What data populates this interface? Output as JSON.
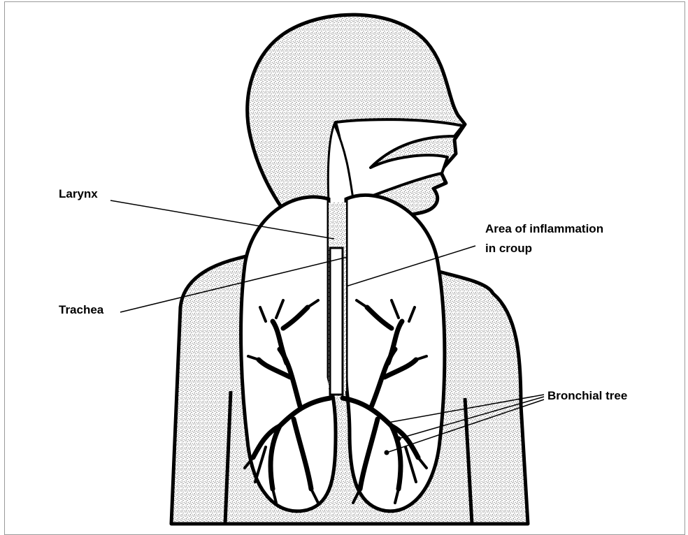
{
  "labels": {
    "larynx": "Larynx",
    "trachea": "Trachea",
    "inflammation_line1": "Area of inflammation",
    "inflammation_line2": "in croup",
    "bronchial_tree": "Bronchial tree"
  },
  "colors": {
    "outline": "#000000",
    "stipple": "#000000",
    "background": "#ffffff",
    "frame": "#9a9a9a"
  }
}
